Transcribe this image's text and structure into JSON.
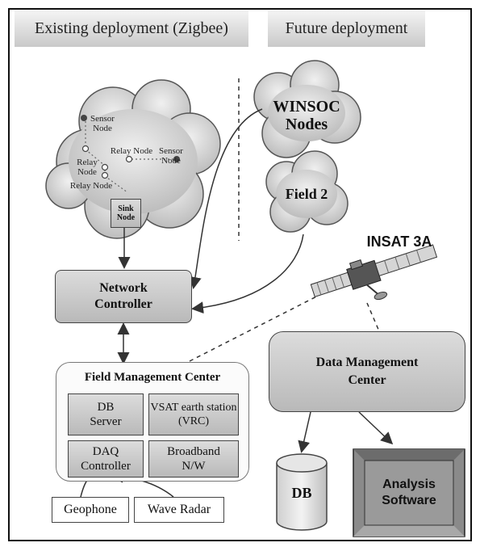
{
  "headers": {
    "existing": "Existing deployment (Zigbee)",
    "future": "Future deployment"
  },
  "cloud": {
    "sensor_node_top": "Sensor Node",
    "relay_node_mid": "Relay Node",
    "sensor_node_right": "Sensor Node",
    "relay_node_left": "Relay Node",
    "relay_node_bottom": "Relay Node",
    "sink_node": "Sink Node"
  },
  "winsoc": "WINSOC Nodes",
  "field2": "Field 2",
  "satellite": "INSAT 3A",
  "network_controller": "Network Controller",
  "field_management": {
    "title": "Field Management Center",
    "db_server": "DB Server",
    "vsat": "VSAT earth station (VRC)",
    "daq": "DAQ Controller",
    "broadband": "Broadband N/W"
  },
  "data_management": "Data Management Center",
  "db": "DB",
  "analysis": "Analysis Software",
  "geophone": "Geophone",
  "wave_radar": "Wave Radar"
}
